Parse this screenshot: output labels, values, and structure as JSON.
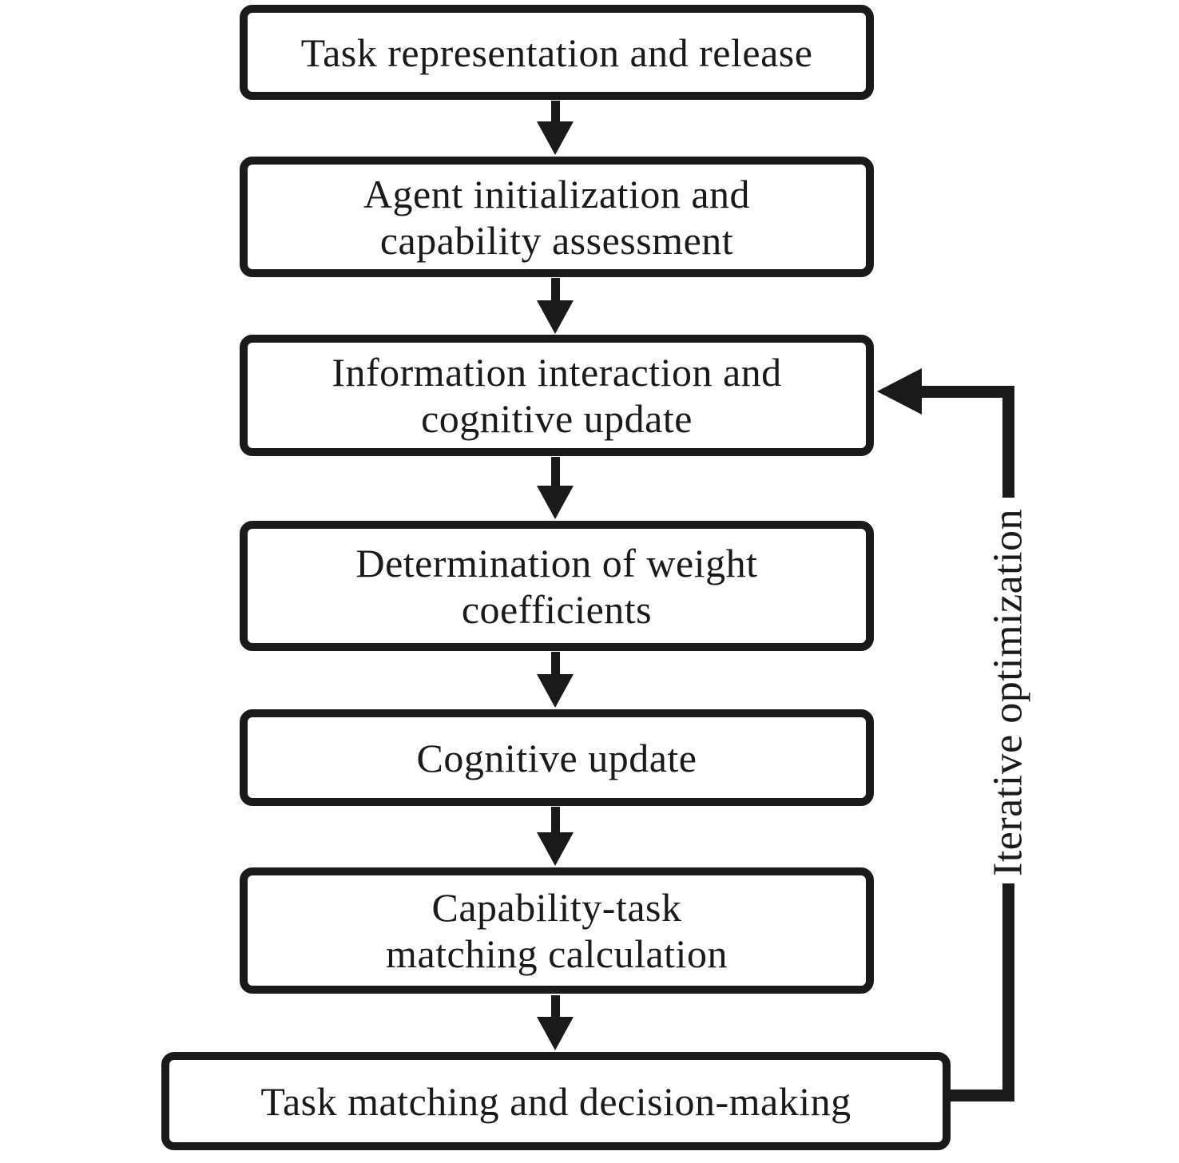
{
  "diagram": {
    "type": "flowchart",
    "colors": {
      "stroke": "#1a1a1a",
      "box_fill": "#ffffff",
      "background": "#ffffff"
    },
    "steps": [
      {
        "id": 1,
        "label": "Task representation and release"
      },
      {
        "id": 2,
        "label": "Agent initialization and\ncapability assessment"
      },
      {
        "id": 3,
        "label": "Information interaction and\ncognitive update"
      },
      {
        "id": 4,
        "label": "Determination of weight\ncoefficients"
      },
      {
        "id": 5,
        "label": "Cognitive update"
      },
      {
        "id": 6,
        "label": "Capability-task\nmatching calculation"
      },
      {
        "id": 7,
        "label": "Task matching and decision-making"
      }
    ],
    "edges": [
      {
        "from": 1,
        "to": 2,
        "style": "arrow-down"
      },
      {
        "from": 2,
        "to": 3,
        "style": "arrow-down"
      },
      {
        "from": 3,
        "to": 4,
        "style": "arrow-down"
      },
      {
        "from": 4,
        "to": 5,
        "style": "arrow-down"
      },
      {
        "from": 5,
        "to": 6,
        "style": "arrow-down"
      },
      {
        "from": 6,
        "to": 7,
        "style": "arrow-down"
      },
      {
        "from": 7,
        "to": 3,
        "style": "feedback-right",
        "label": "Iterative optimization"
      }
    ],
    "feedback": {
      "label": "Iterative optimization"
    }
  }
}
